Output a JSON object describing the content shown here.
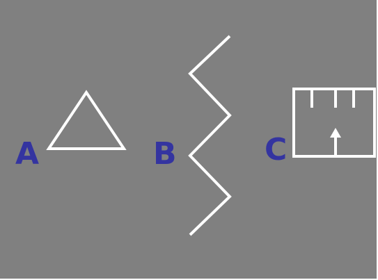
{
  "colors": {
    "background": "#808080",
    "shape_stroke": "#ffffff",
    "label": "#3434a0"
  },
  "figures": [
    {
      "label": "A",
      "shape": "triangle"
    },
    {
      "label": "B",
      "shape": "zigzag-line"
    },
    {
      "label": "C",
      "shape": "ruled-box-with-arrow"
    }
  ]
}
